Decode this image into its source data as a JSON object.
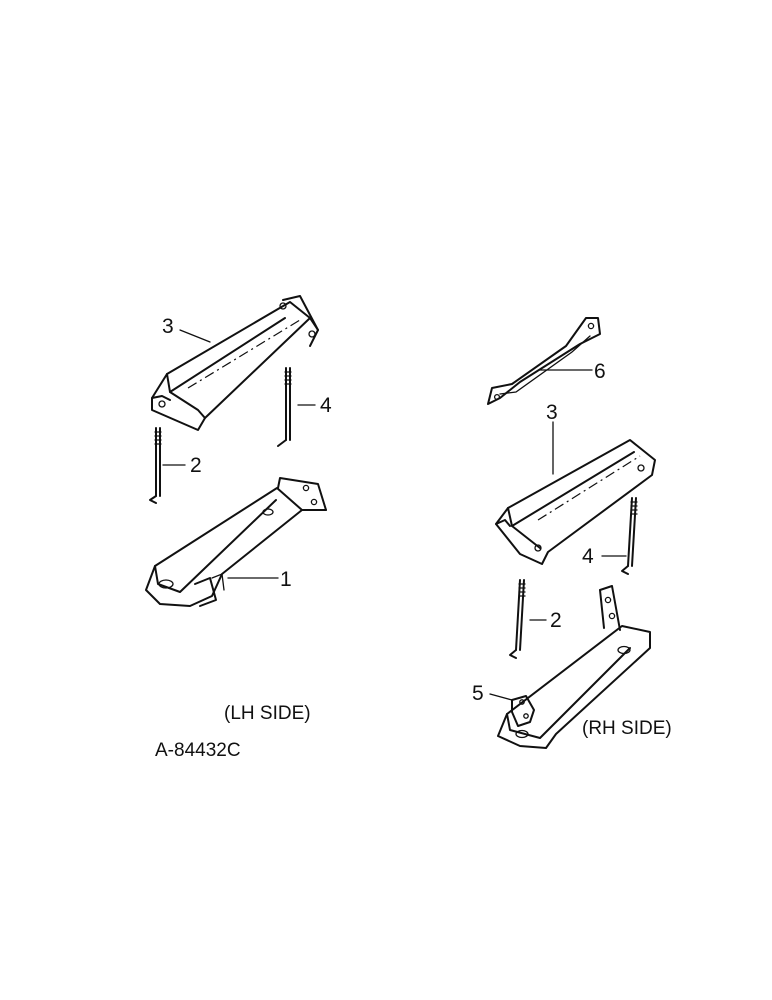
{
  "lh_callouts": {
    "bracket": "1",
    "bolt_short": "2",
    "cover": "3",
    "bolt_long": "4"
  },
  "rh_callouts": {
    "strap": "6",
    "cover": "3",
    "bolt_long": "4",
    "bolt_short": "2",
    "clip": "5"
  },
  "lh_caption": "(LH SIDE)",
  "rh_caption": "(RH SIDE)",
  "drawing_number": "A-84432C"
}
